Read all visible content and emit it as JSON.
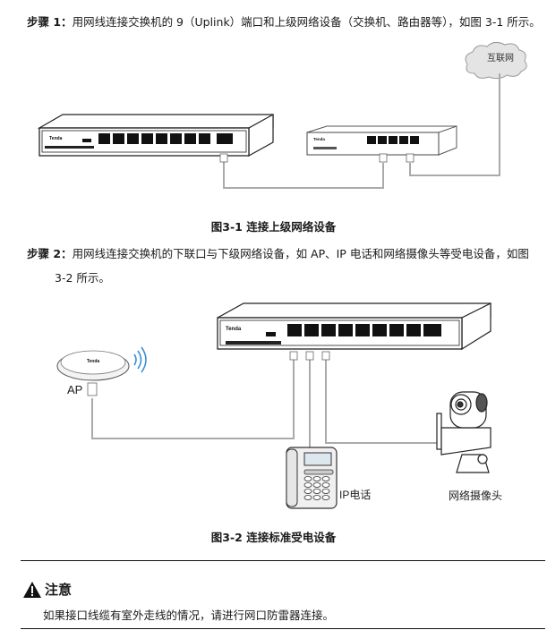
{
  "step1": {
    "prefix": "步骤 1：",
    "text": "用网线连接交换机的 9（Uplink）端口和上级网络设备（交换机、路由器等），如图 3-1 所示。"
  },
  "figure1": {
    "caption": "图3-1 连接上级网络设备",
    "cloud_label": "互联网",
    "switch_brand": "Tenda",
    "router_brand": "Tenda"
  },
  "step2": {
    "prefix": "步骤 2：",
    "text_line1": "用网线连接交换机的下联口与下级网络设备，如 AP、IP 电话和网络摄像头等受电设备，如图",
    "text_line2": "3-2 所示。"
  },
  "figure2": {
    "caption": "图3-2 连接标准受电设备",
    "switch_brand": "Tenda",
    "ap_brand": "Tenda",
    "ap_label": "AP",
    "phone_label": "IP电话",
    "camera_label": "网络摄像头"
  },
  "note": {
    "icon": "warning-icon",
    "title": "注意",
    "text": "如果接口线缆有室外走线的情况，请进行网口防雷器连接。"
  }
}
